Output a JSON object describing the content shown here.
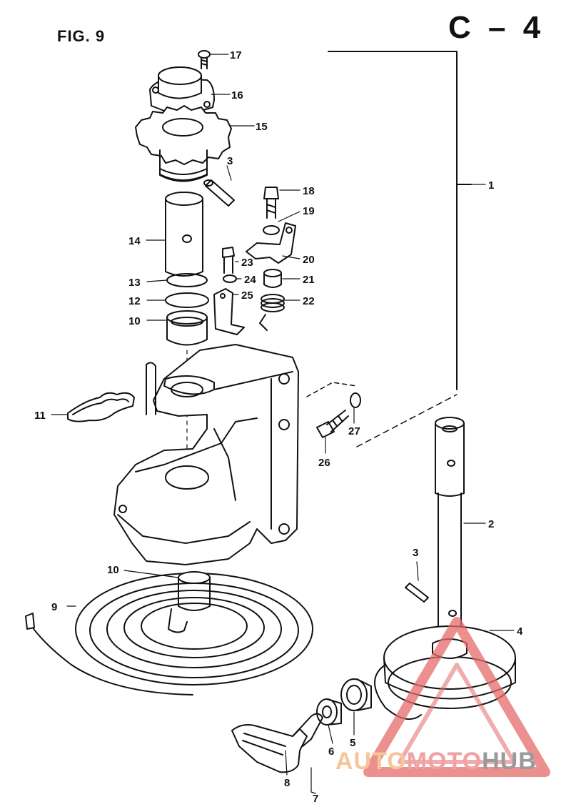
{
  "header": {
    "figure_label": "FIG. 9",
    "sheet_code": "C – 4"
  },
  "callouts": [
    "17",
    "16",
    "15",
    "3",
    "18",
    "19",
    "1",
    "14",
    "20",
    "23",
    "21",
    "24",
    "13",
    "25",
    "22",
    "12",
    "10",
    "11",
    "26",
    "27",
    "2",
    "3",
    "10",
    "9",
    "4",
    "5",
    "6",
    "7",
    "8"
  ],
  "watermark": {
    "part1": "AUTO",
    "part2": "MOTO",
    "part3": "HUB",
    "colors": {
      "auto": "#f7c59a",
      "moto": "#f0a2a2",
      "hub": "#9a9a9a",
      "triangle": "#e46a6a"
    }
  }
}
